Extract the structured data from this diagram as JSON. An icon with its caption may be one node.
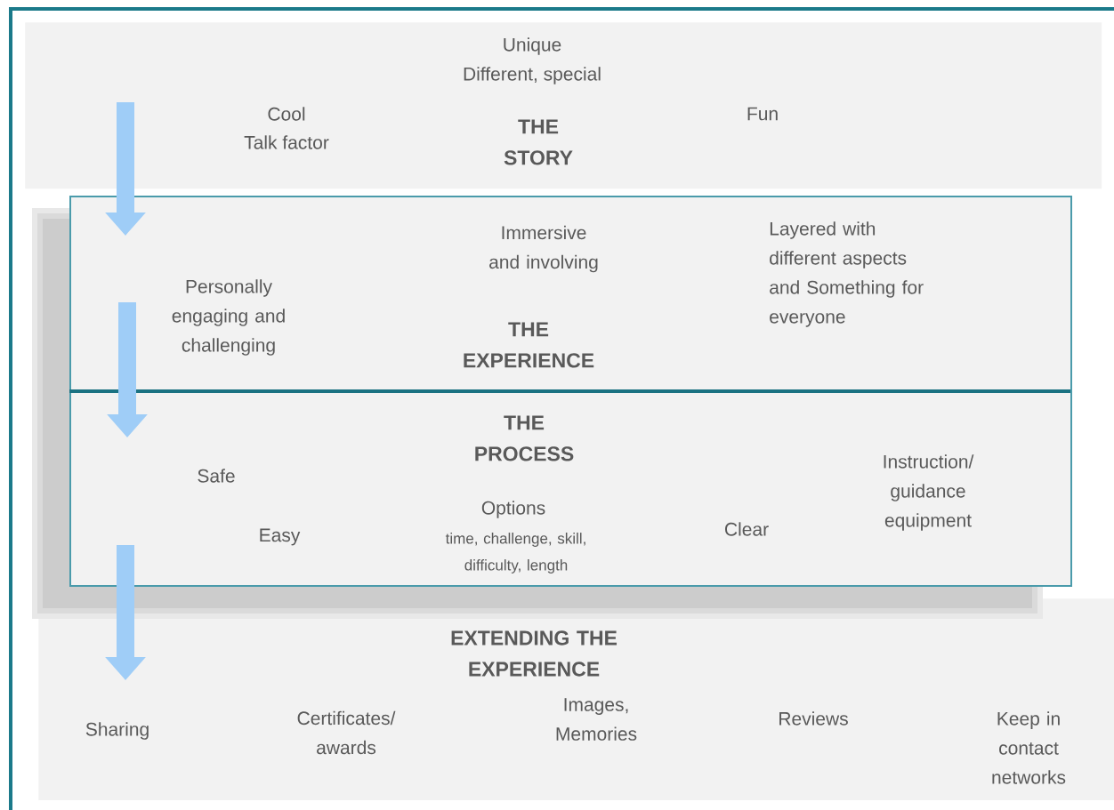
{
  "diagram": {
    "nodes": [
      {
        "text": [
          "Unique",
          "Different, special",
          "Cool",
          "Talk factor",
          "Fun",
          "THE STORY"
        ]
      },
      {
        "text": [
          "Layered with different aspects and Something for everyone",
          "Immersive and involving",
          "Personally engaging and challenging",
          "THE EXPERIENCE"
        ]
      },
      {
        "text": [
          "THE PROCESS",
          "Instruction/ guidance equipment",
          "Safe",
          "Options",
          "time, challenge, skill, difficulty, length",
          "Clear",
          "Easy"
        ]
      },
      {
        "text": [
          "EXTENDING THE EXPERIENCE",
          "Sharing",
          "Certificates/ awards",
          "Images, Memories",
          "Reviews",
          "Keep in contact networks"
        ]
      }
    ],
    "edges": [
      {
        "from": 0,
        "to": 1,
        "arrow": "to"
      },
      {
        "from": 1,
        "to": 2,
        "arrow": "to"
      },
      {
        "from": 2,
        "to": 3,
        "arrow": "to"
      }
    ]
  }
}
